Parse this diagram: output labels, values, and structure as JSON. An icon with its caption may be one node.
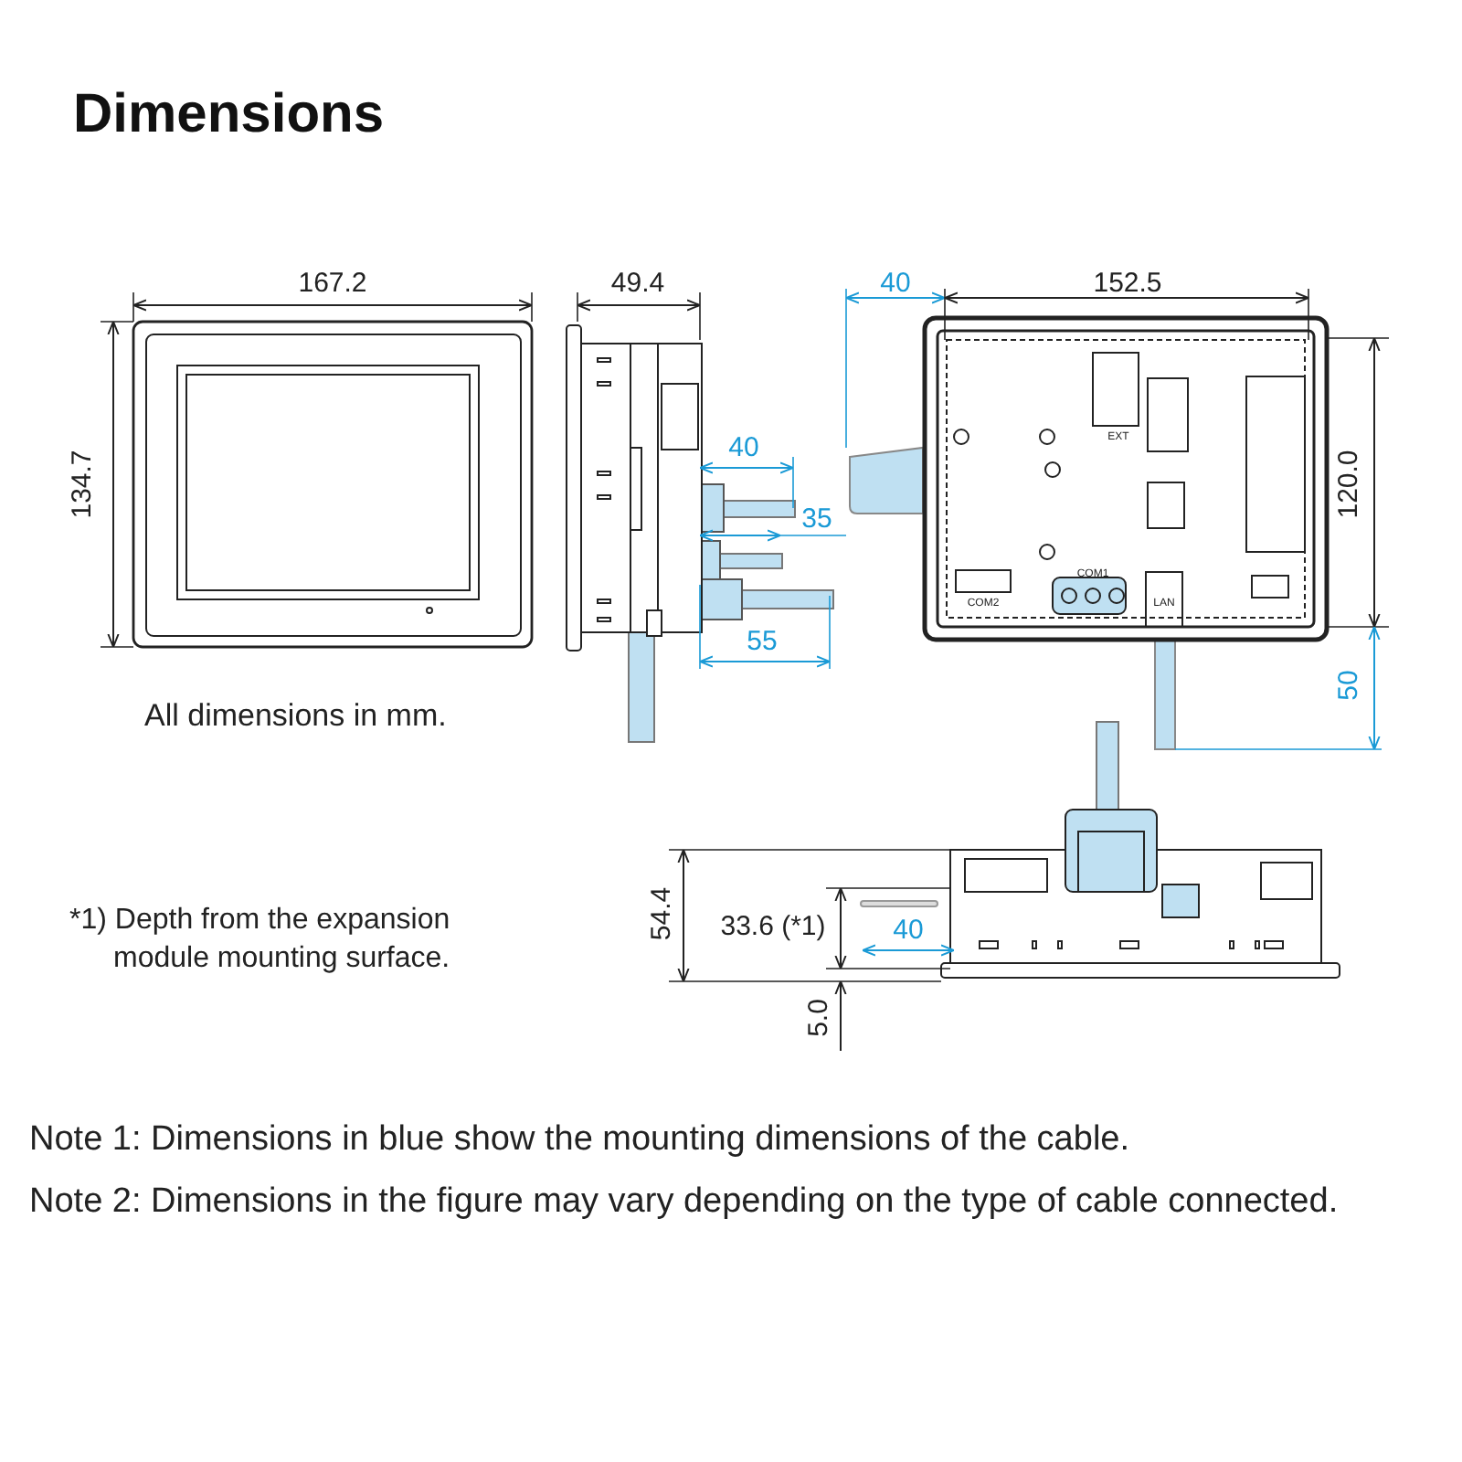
{
  "diagram": {
    "title": "Dimensions",
    "labels": [
      "167.2",
      "49.4",
      "40",
      "152.5",
      "134.7",
      "40",
      "35",
      "EXT",
      "120.0",
      "COM1",
      "COM2",
      "LAN",
      "55",
      "All dimensions in mm.",
      "50",
      "*1) Depth from the expansion module mounting surface.",
      "54.4",
      "33.6 (*1)",
      "40",
      "5.0",
      "Note 1: Dimensions in blue show the mounting dimensions of the cable.",
      "Note 2: Dimensions in the figure may vary depending on the type of cable connected."
    ]
  }
}
